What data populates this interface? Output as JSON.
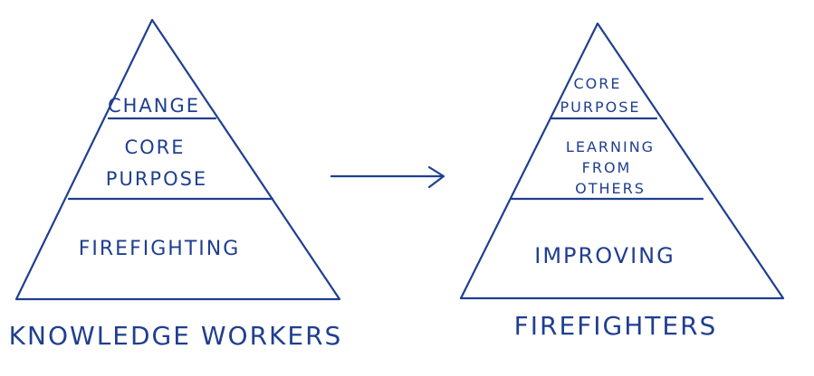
{
  "colors": {
    "ink": "#1f3f8f",
    "background": "#ffffff"
  },
  "left_pyramid": {
    "caption": "KNOWLEDGE WORKERS",
    "tiers": [
      {
        "lines": [
          "CHANGE"
        ]
      },
      {
        "lines": [
          "CORE",
          "PURPOSE"
        ]
      },
      {
        "lines": [
          "FIREFIGHTING"
        ]
      }
    ]
  },
  "right_pyramid": {
    "caption": "FIREFIGHTERS",
    "tiers": [
      {
        "lines": [
          "CORE",
          "PURPOSE"
        ]
      },
      {
        "lines": [
          "LEARNING",
          "FROM",
          "OTHERS"
        ]
      },
      {
        "lines": [
          "IMPROVING"
        ]
      }
    ]
  },
  "connector": {
    "icon": "arrow-right-icon"
  }
}
